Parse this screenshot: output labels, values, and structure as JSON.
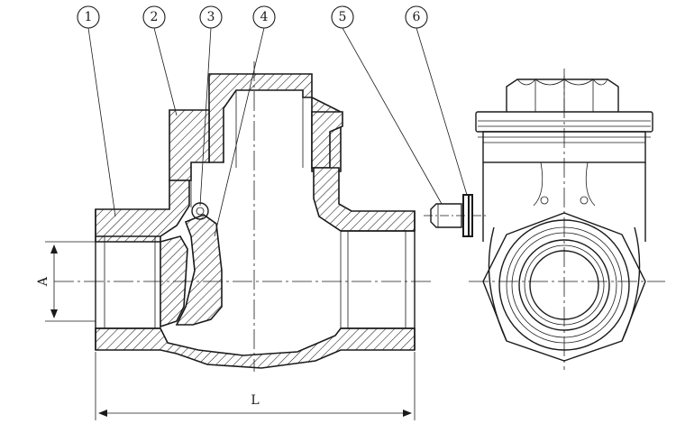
{
  "callouts": [
    {
      "number": "1"
    },
    {
      "number": "2"
    },
    {
      "number": "3"
    },
    {
      "number": "4"
    },
    {
      "number": "5"
    },
    {
      "number": "6"
    }
  ],
  "dimensions": {
    "inner_diameter_label": "A",
    "length_label": "L"
  }
}
